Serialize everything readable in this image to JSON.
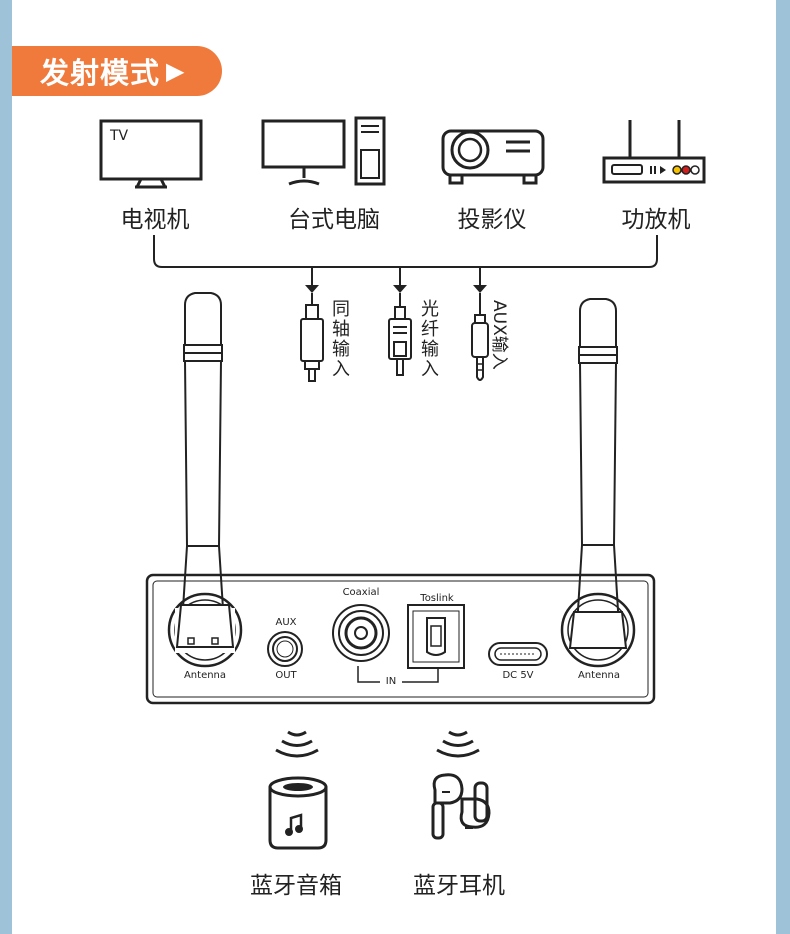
{
  "header": {
    "title": "发射模式",
    "arrow": "▶"
  },
  "sources": [
    {
      "id": "tv",
      "label": "电视机",
      "screen_text": "TV"
    },
    {
      "id": "desktop",
      "label": "台式电脑"
    },
    {
      "id": "projector",
      "label": "投影仪"
    },
    {
      "id": "amplifier",
      "label": "功放机"
    }
  ],
  "inputs": [
    {
      "id": "coaxial",
      "chars": [
        "同",
        "轴",
        "输",
        "入"
      ]
    },
    {
      "id": "optical",
      "chars": [
        "光",
        "纤",
        "输",
        "入"
      ]
    },
    {
      "id": "aux",
      "text": "AUX输入"
    }
  ],
  "device": {
    "ports": {
      "antenna_left": "Antenna",
      "aux_top": "AUX",
      "aux_bottom": "OUT",
      "coaxial": "Coaxial",
      "toslink": "Toslink",
      "in": "IN",
      "dc": "DC 5V",
      "antenna_right": "Antenna"
    }
  },
  "outputs": [
    {
      "id": "speaker",
      "label": "蓝牙音箱"
    },
    {
      "id": "earbuds",
      "label": "蓝牙耳机"
    }
  ],
  "colors": {
    "accent": "#f07a3c",
    "frame": "#9ec3d9",
    "line": "#222222"
  }
}
